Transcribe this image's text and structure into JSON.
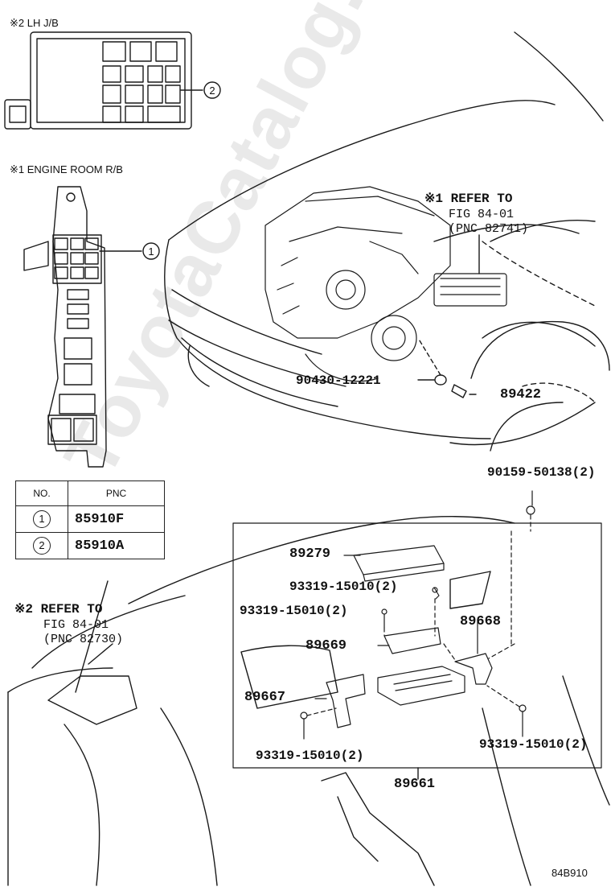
{
  "diagram": {
    "lh_jb_note": "※2 LH J/B",
    "engine_room_rb_note": "※1 ENGINE ROOM R/B",
    "callout_1": "1",
    "callout_2": "2",
    "refer1": {
      "mark": "※1",
      "title": "REFER TO",
      "fig": "FIG 84-01",
      "pnc": "(PNC 82741)"
    },
    "refer2": {
      "mark": "※2",
      "title": "REFER TO",
      "fig": "FIG 84-01",
      "pnc": "(PNC 82730)"
    },
    "parts": {
      "p90430": "90430-12221",
      "p89422": "89422",
      "p90159": "90159-50138(2)",
      "p89279": "89279",
      "p93319_a": "93319-15010(2)",
      "p93319_b": "93319-15010(2)",
      "p89668": "89668",
      "p89669": "89669",
      "p89667": "89667",
      "p93319_c": "93319-15010(2)",
      "p93319_d": "93319-15010(2)",
      "p89661": "89661"
    },
    "figure_code": "84B910",
    "watermark": "ToyotaCatalog.ru"
  },
  "pnc_table": {
    "headers": [
      "NO.",
      "PNC"
    ],
    "rows": [
      {
        "no": "1",
        "pnc": "85910F"
      },
      {
        "no": "2",
        "pnc": "85910A"
      }
    ]
  }
}
